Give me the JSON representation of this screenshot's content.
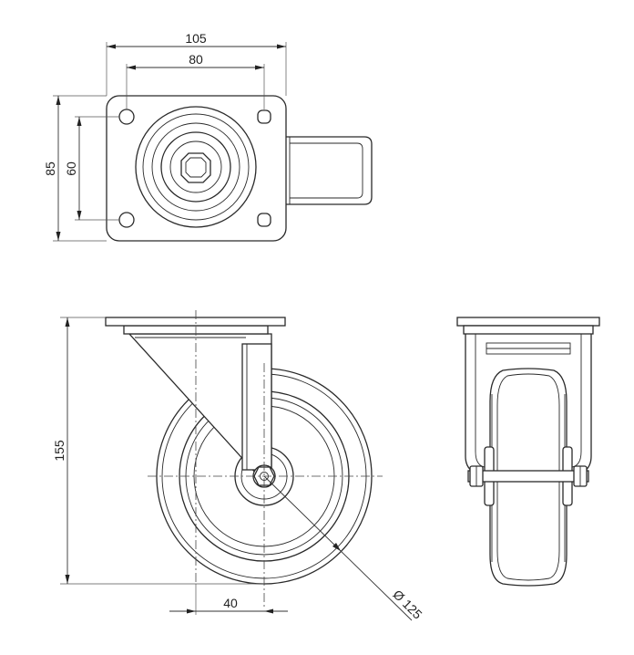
{
  "dimensions": {
    "plate_width": "105",
    "hole_spacing_x": "80",
    "plate_length": "85",
    "hole_spacing_y": "60",
    "overall_height": "155",
    "offset": "40",
    "wheel_diameter": "Ø 125"
  }
}
